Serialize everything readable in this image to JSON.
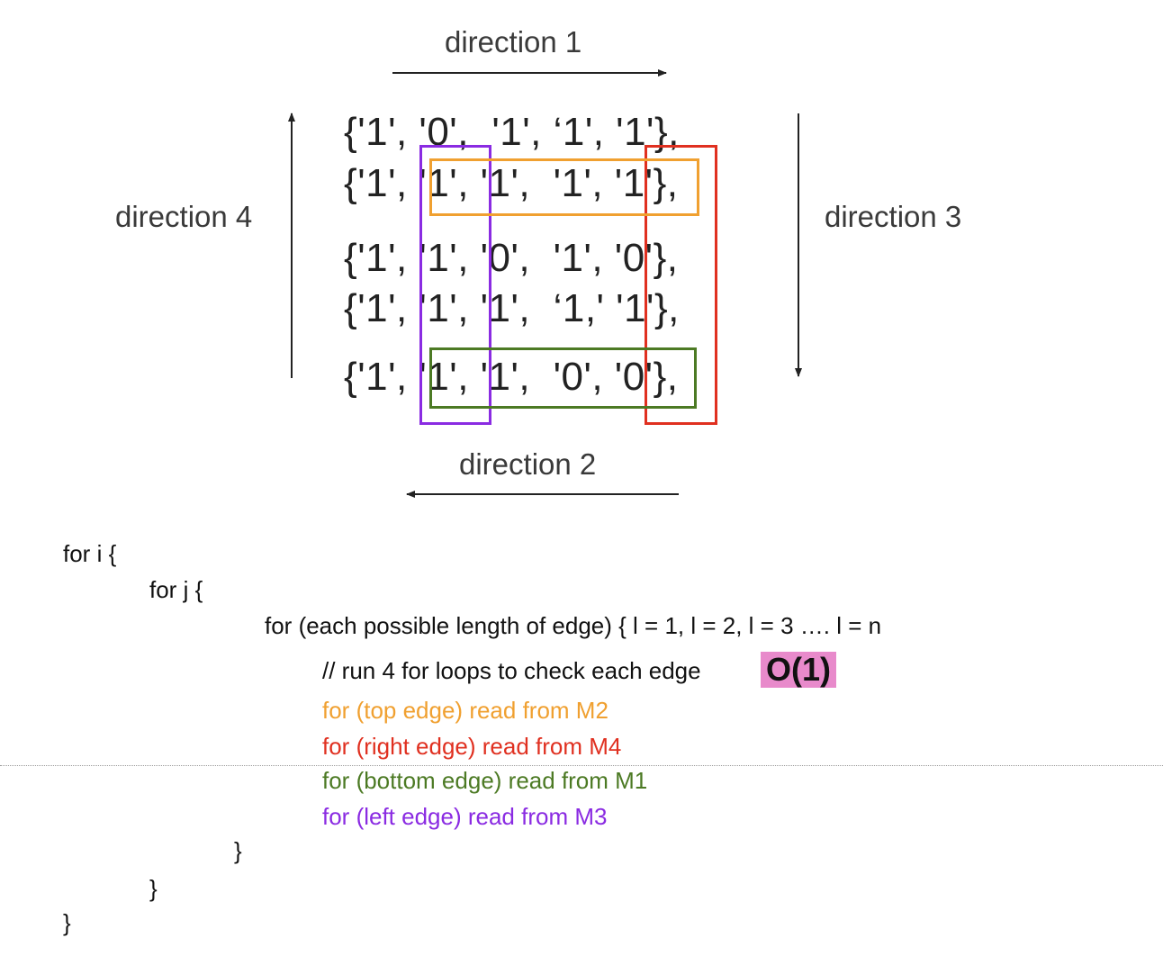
{
  "diagram": {
    "direction_labels": {
      "d1": "direction 1",
      "d2": "direction 2",
      "d3": "direction 3",
      "d4": "direction 4"
    },
    "matrix_rows": [
      "{'1', '0',  '1', ‘1', '1'},",
      "{'1', '1', '1',  '1', '1'},",
      "{'1', '1', '0',  '1', '0'},",
      "{'1', '1', '1',  ‘1,' '1'},",
      "{'1', '1', '1',  '0', '0'},"
    ],
    "highlights": {
      "top": "#F0A030",
      "right": "#E03020",
      "bottom": "#4C7A24",
      "left": "#8A2BE2"
    }
  },
  "code": {
    "line1": "for i {",
    "line2": "for j {",
    "line3": "for (each possible length of edge) { l = 1, l = 2, l = 3 …. l = n",
    "line4": "// run 4 for loops to check each edge",
    "badge": "O(1)",
    "badge_color": "#E88ACB",
    "top_edge": "for (top edge) read from M2",
    "right_edge": "for (right edge) read from M4",
    "bottom_edge": "for (bottom edge) read from M1",
    "left_edge": "for (left edge) read from M3",
    "close1": "}",
    "close2": "}",
    "close3": "}"
  }
}
